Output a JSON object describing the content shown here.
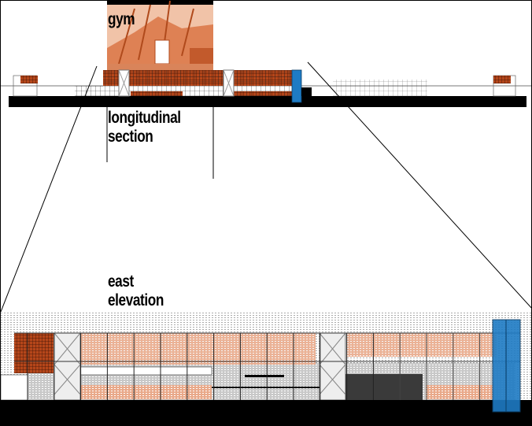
{
  "labels": {
    "photo_caption": "gym",
    "section_line1": "longitudinal",
    "section_line2": "section",
    "elevation_line1": "east",
    "elevation_line2": "elevation"
  },
  "colors": {
    "brick": "#b5461a",
    "photo": "#e0825a",
    "glass_blue": "#1e7bc4",
    "concrete": "#000000"
  }
}
